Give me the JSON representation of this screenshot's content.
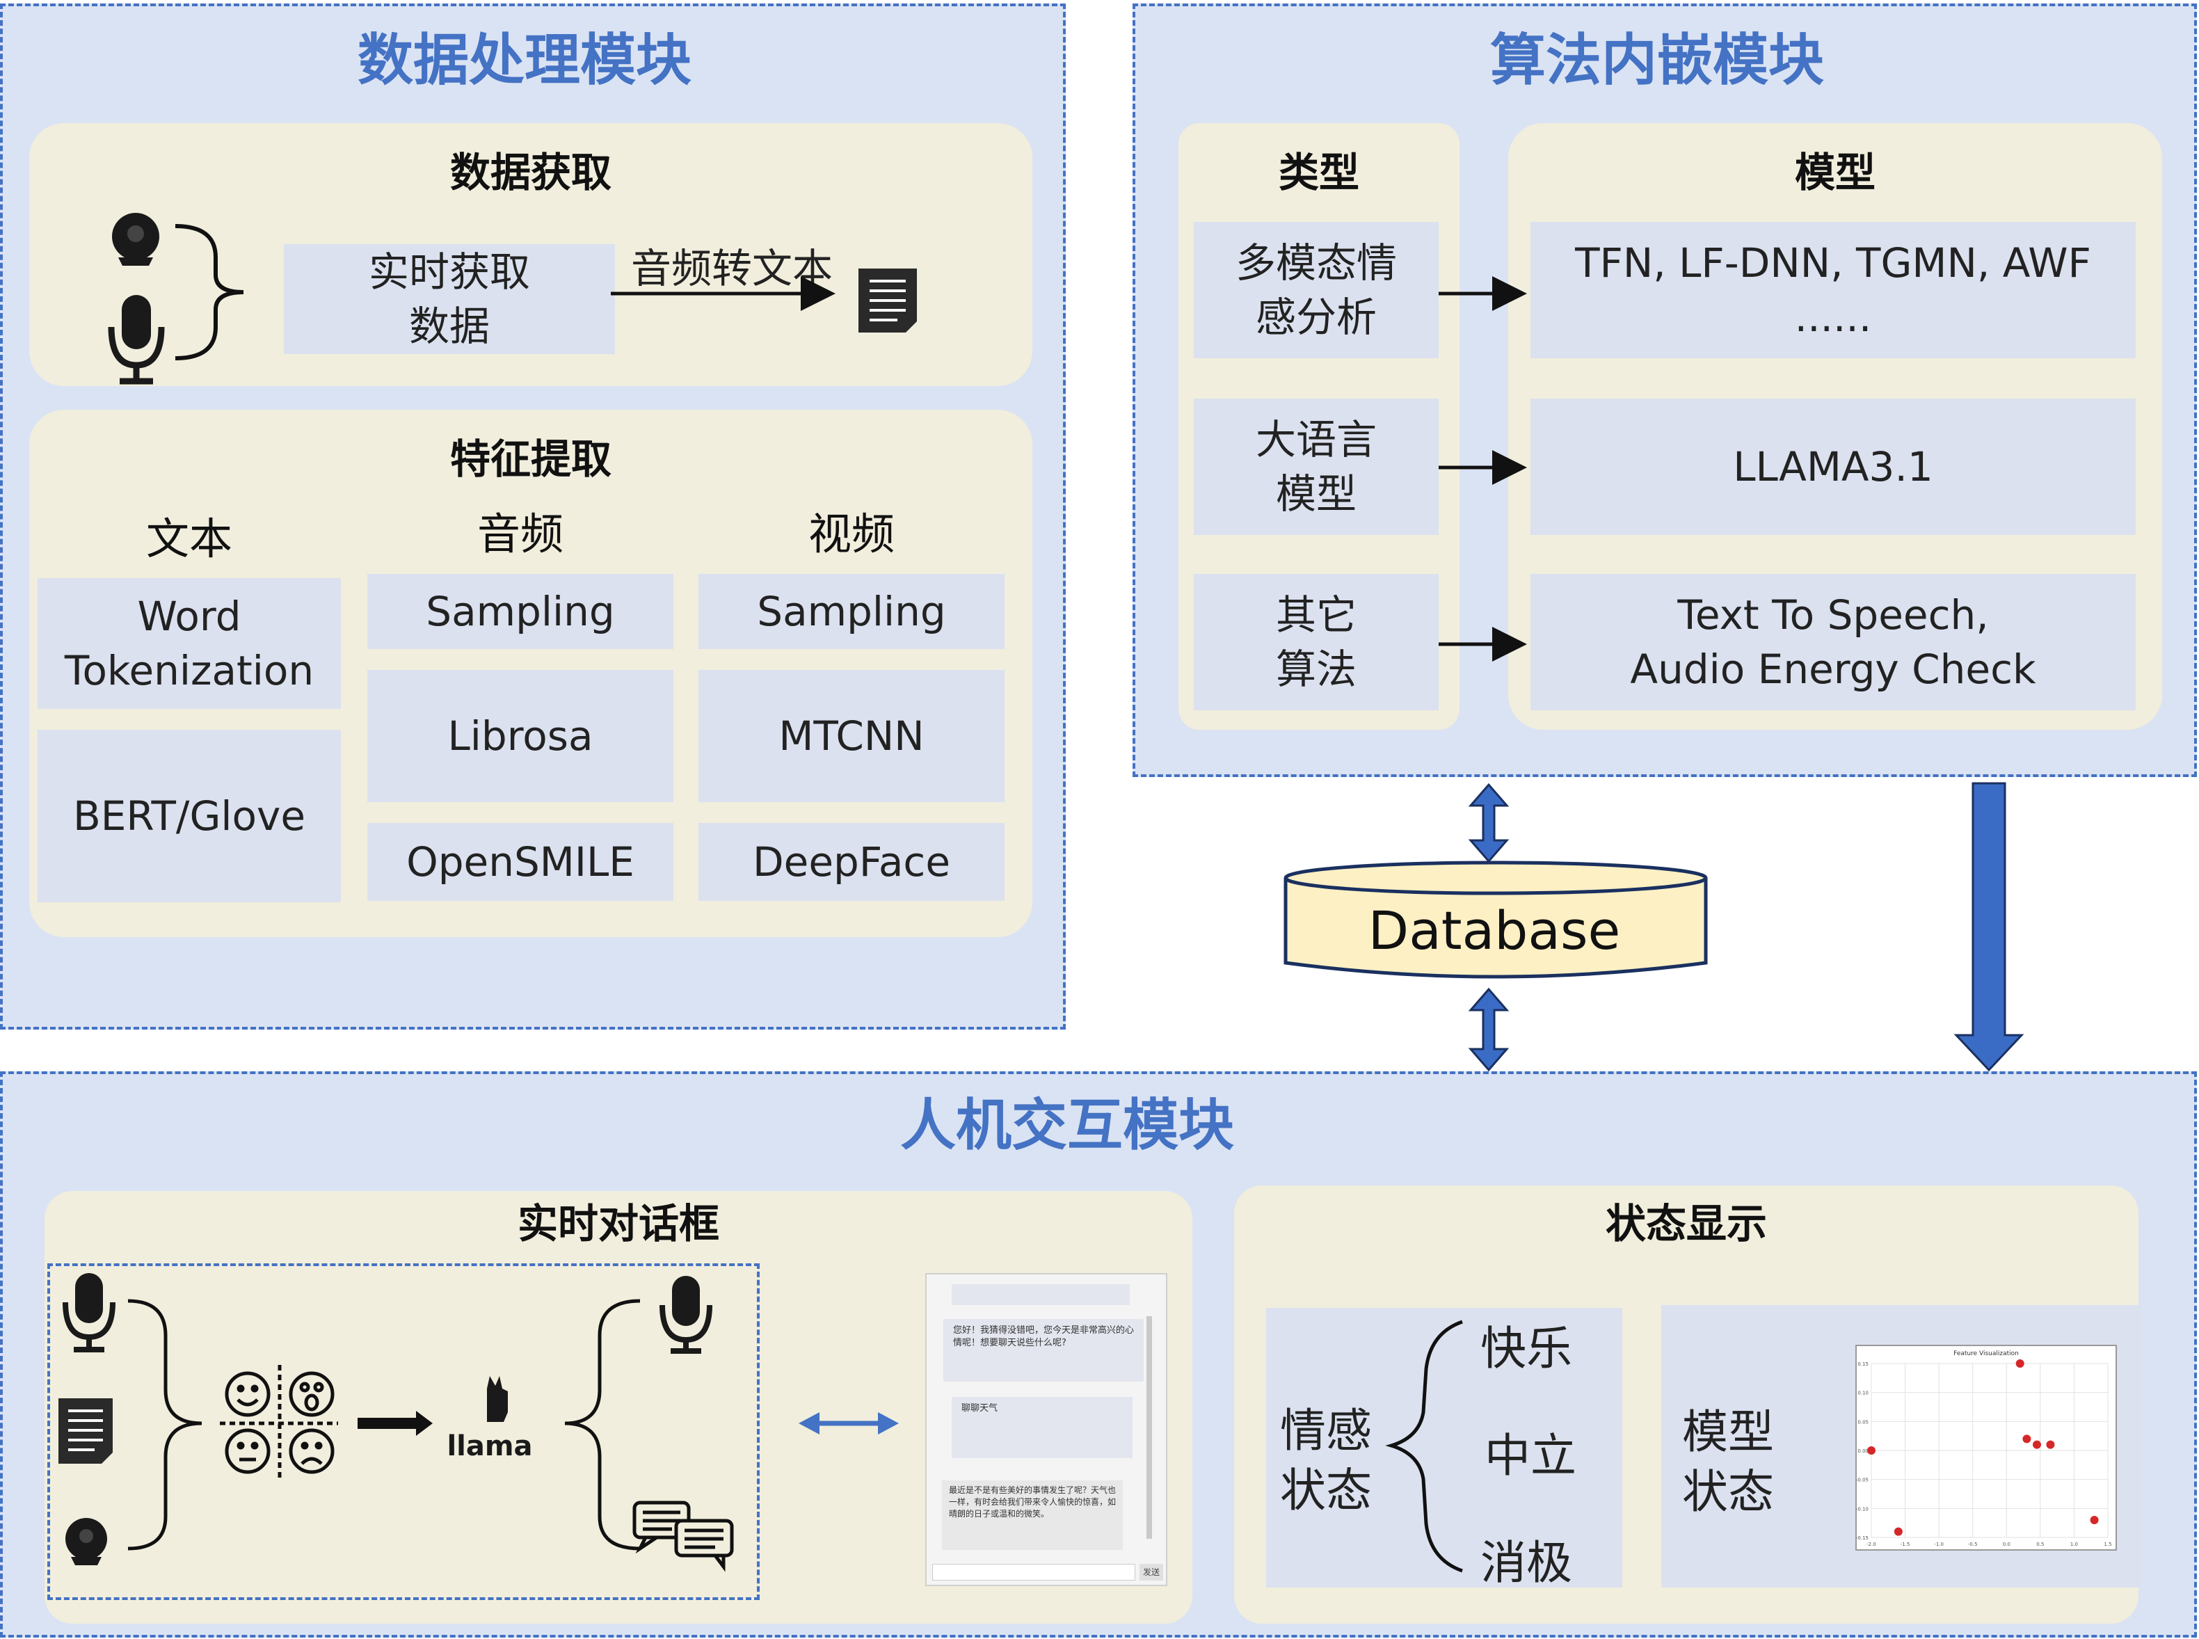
{
  "data_module": {
    "title": "数据处理模块",
    "acquisition": {
      "title": "数据获取",
      "realtime_label": "实时获取\n数据",
      "arrow_label": "音频转文本"
    },
    "features": {
      "title": "特征提取",
      "columns": [
        {
          "header": "文本",
          "items": [
            "Word\nTokenization",
            "BERT/Glove"
          ]
        },
        {
          "header": "音频",
          "items": [
            "Sampling",
            "Librosa",
            "OpenSMILE"
          ]
        },
        {
          "header": "视频",
          "items": [
            "Sampling",
            "MTCNN",
            "DeepFace"
          ]
        }
      ]
    }
  },
  "algo_module": {
    "title": "算法内嵌模块",
    "types_title": "类型",
    "models_title": "模型",
    "rows": [
      {
        "type": "多模态情\n感分析",
        "model": "TFN, LF-DNN, TGMN, AWF\n......"
      },
      {
        "type": "大语言\n模型",
        "model": "LLAMA3.1"
      },
      {
        "type": "其它\n算法",
        "model": "Text To Speech,\nAudio Energy Check"
      }
    ]
  },
  "database": {
    "label": "Database"
  },
  "hci_module": {
    "title": "人机交互模块",
    "dialog": {
      "title": "实时对话框",
      "llama_label": "llama",
      "chat_messages": [
        "您好！我猜得没错吧，您今天是非常高兴的心情呢！想要聊天说些什么呢?",
        "聊聊天气",
        "最近是不是有些美好的事情发生了呢？天气也一样，有时会给我们带来令人愉快的惊喜，如晴朗的日子或温和的微笑。"
      ],
      "send_label": "发送"
    },
    "status": {
      "title": "状态显示",
      "emotion_label": "情感\n状态",
      "emotion_states": [
        "快乐",
        "中立",
        "消极"
      ],
      "model_label": "模型\n状态",
      "plot_title": "Feature Visualization",
      "x_tick_labels": [
        "-2.0",
        "-1.5",
        "-1.0",
        "-0.5",
        "0.0",
        "0.5",
        "1.0",
        "1.5"
      ],
      "y_tick_labels": [
        "0.15",
        "0.10",
        "0.05",
        "0.00",
        "-0.05",
        "-0.10",
        "-0.15"
      ]
    }
  },
  "chart_data": {
    "type": "scatter",
    "title": "Feature Visualization",
    "xlim": [
      -2.0,
      1.5
    ],
    "ylim": [
      -0.15,
      0.15
    ],
    "grid": true,
    "points": [
      {
        "x": -2.0,
        "y": 0.0
      },
      {
        "x": -1.6,
        "y": -0.14
      },
      {
        "x": 0.2,
        "y": 0.15
      },
      {
        "x": 0.3,
        "y": 0.02
      },
      {
        "x": 0.45,
        "y": 0.01
      },
      {
        "x": 0.65,
        "y": 0.01
      },
      {
        "x": 1.3,
        "y": -0.12
      }
    ],
    "colors": {
      "point": "#d62728"
    }
  },
  "colors": {
    "module_bg": "#dae3f3",
    "module_border": "#4472c4",
    "panel_bg": "#f1eedd",
    "cell_bg": "#dbe1ef",
    "title_blue": "#4472c4",
    "database_fill": "#fdf0c4",
    "arrow_blue": "#4472c4"
  }
}
